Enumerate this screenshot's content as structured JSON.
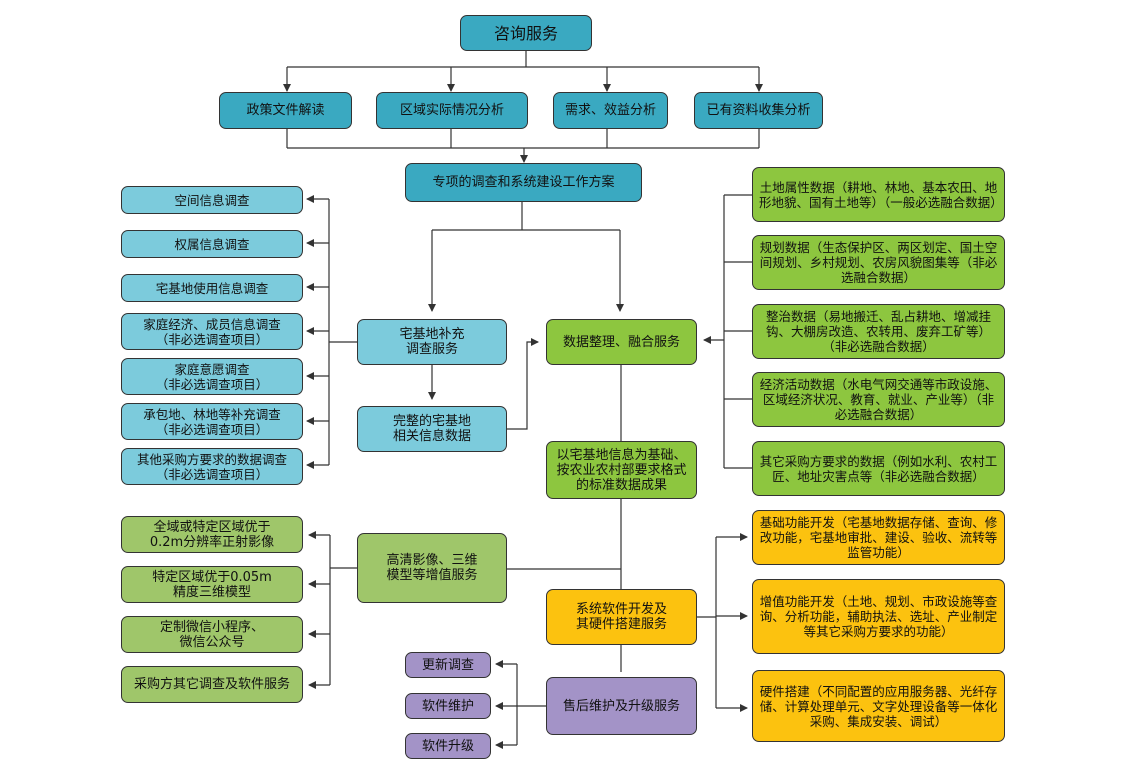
{
  "nodes": {
    "root": "咨询服务",
    "policy": "政策文件解读",
    "region": "区域实际情况分析",
    "demand": "需求、效益分析",
    "existing": "已有资料收集分析",
    "plan": "专项的调查和系统建设工作方案",
    "homestead_survey": "宅基地补充\n调查服务",
    "complete_data": "完整的宅基地\n相关信息数据",
    "data_fusion": "数据整理、融合服务",
    "standard_result": "以宅基地信息为基础、\n按农业农村部要求格式\n的标准数据成果",
    "hd_imagery": "高清影像、三维\n模型等增值服务",
    "software_dev": "系统软件开发及\n其硬件搭建服务",
    "after_sales": "售后维护及升级服务"
  },
  "survey_items": [
    "空间信息调查",
    "权属信息调查",
    "宅基地使用信息调查",
    "家庭经济、成员信息调查\n（非必选调查项目）",
    "家庭意愿调查\n（非必选调查项目）",
    "承包地、林地等补充调查\n（非必选调查项目）",
    "其他采购方要求的数据调查\n（非必选调查项目）"
  ],
  "data_items": [
    "土地属性数据（耕地、林地、基本农田、地形地貌、国有土地等）（一般必选融合数据）",
    "规划数据（生态保护区、两区划定、国土空间规划、乡村规划、农房风貌图集等（非必选融合数据）",
    "整治数据（易地搬迁、乱占耕地、增减挂钩、大棚房改造、农转用、废弃工矿等）（非必选融合数据）",
    "经济活动数据（水电气网交通等市政设施、区域经济状况、教育、就业、产业等）（非必选融合数据）",
    "其它采购方要求的数据（例如水利、农村工匠、地址灾害点等（非必选融合数据）"
  ],
  "imagery_items": [
    "全域或特定区域优于\n0.2m分辨率正射影像",
    "特定区域优于0.05m\n精度三维模型",
    "定制微信小程序、\n微信公众号",
    "采购方其它调查及软件服务"
  ],
  "dev_items": [
    "基础功能开发（宅基地数据存储、查询、修改功能，宅基地审批、建设、验收、流转等监管功能）",
    "增值功能开发（土地、规划、市政设施等查询、分析功能，辅助执法、选址、产业制定等其它采购方要求的功能）",
    "硬件搭建（不同配置的应用服务器、光纤存储、计算处理单元、文字处理设备等一体化采购、集成安装、调试）"
  ],
  "maintenance_items": [
    "更新调查",
    "软件维护",
    "软件升级"
  ],
  "colors": {
    "teal": "#3aa9c1",
    "light_blue": "#7ccbdc",
    "green": "#8dc63f",
    "light_green": "#9fc66a",
    "yellow": "#fcc20f",
    "purple": "#a393c7"
  }
}
